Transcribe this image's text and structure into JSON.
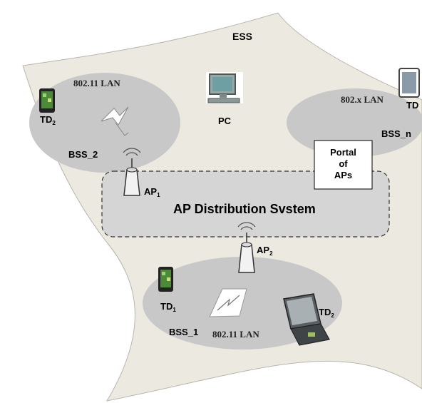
{
  "ess": {
    "label": "ESS"
  },
  "pc": {
    "label": "PC"
  },
  "bss2": {
    "lan": "802.11 LAN",
    "name": "BSS_2",
    "td": "TD",
    "td_sub": "2",
    "ap": "AP",
    "ap_sub": "1"
  },
  "bssn": {
    "lan": "802.x LAN",
    "name": "BSS_n",
    "td": "TD"
  },
  "portal": {
    "lines": [
      "Portal",
      "of",
      "APs"
    ]
  },
  "ds": {
    "label": "AP Distribution Svstem"
  },
  "bss1": {
    "ap": "AP",
    "ap_sub": "2",
    "td1": "TD",
    "td1_sub": "1",
    "td2": "TD",
    "td2_sub": "2",
    "name": "BSS_1",
    "lan": "802.11 LAN"
  },
  "colors": {
    "ess_fill": "#eceae0",
    "bss_fill": "#c8c8c8",
    "ds_fill": "#d5d5d5"
  }
}
